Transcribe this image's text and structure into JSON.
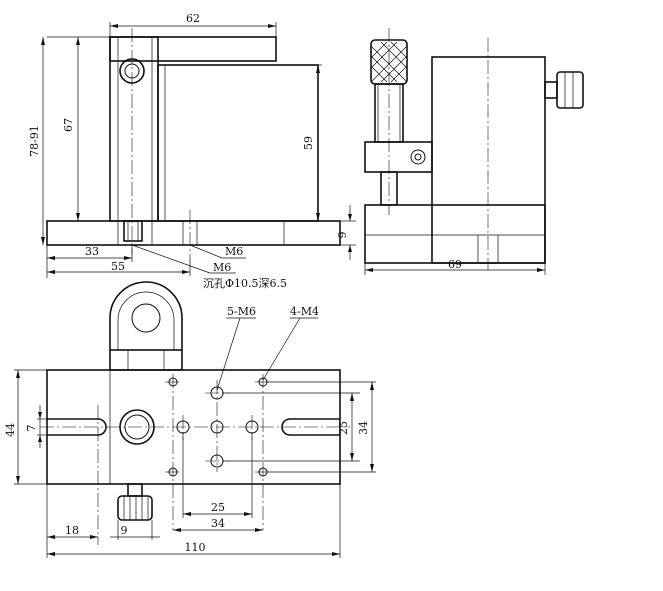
{
  "front_view": {
    "dims": {
      "width_top": "62",
      "total_height": "78-91",
      "column_height": "67",
      "body_height": "59",
      "base_height": "9",
      "offset_33": "33",
      "offset_55": "55"
    },
    "labels": {
      "thread_a": "M6",
      "thread_b": "M6",
      "counterbore": "沉孔Φ10.5深6.5"
    }
  },
  "side_view": {
    "dims": {
      "width": "69"
    }
  },
  "top_view": {
    "dims": {
      "hole_5_m6": "5-M6",
      "hole_4_m4": "4-M4",
      "height_44": "44",
      "slot_7": "7",
      "spacing_25_v": "25",
      "spacing_34_v": "34",
      "spacing_25_h": "25",
      "spacing_34_h": "34",
      "offset_18": "18",
      "knob_9": "9",
      "length_110": "110"
    }
  }
}
